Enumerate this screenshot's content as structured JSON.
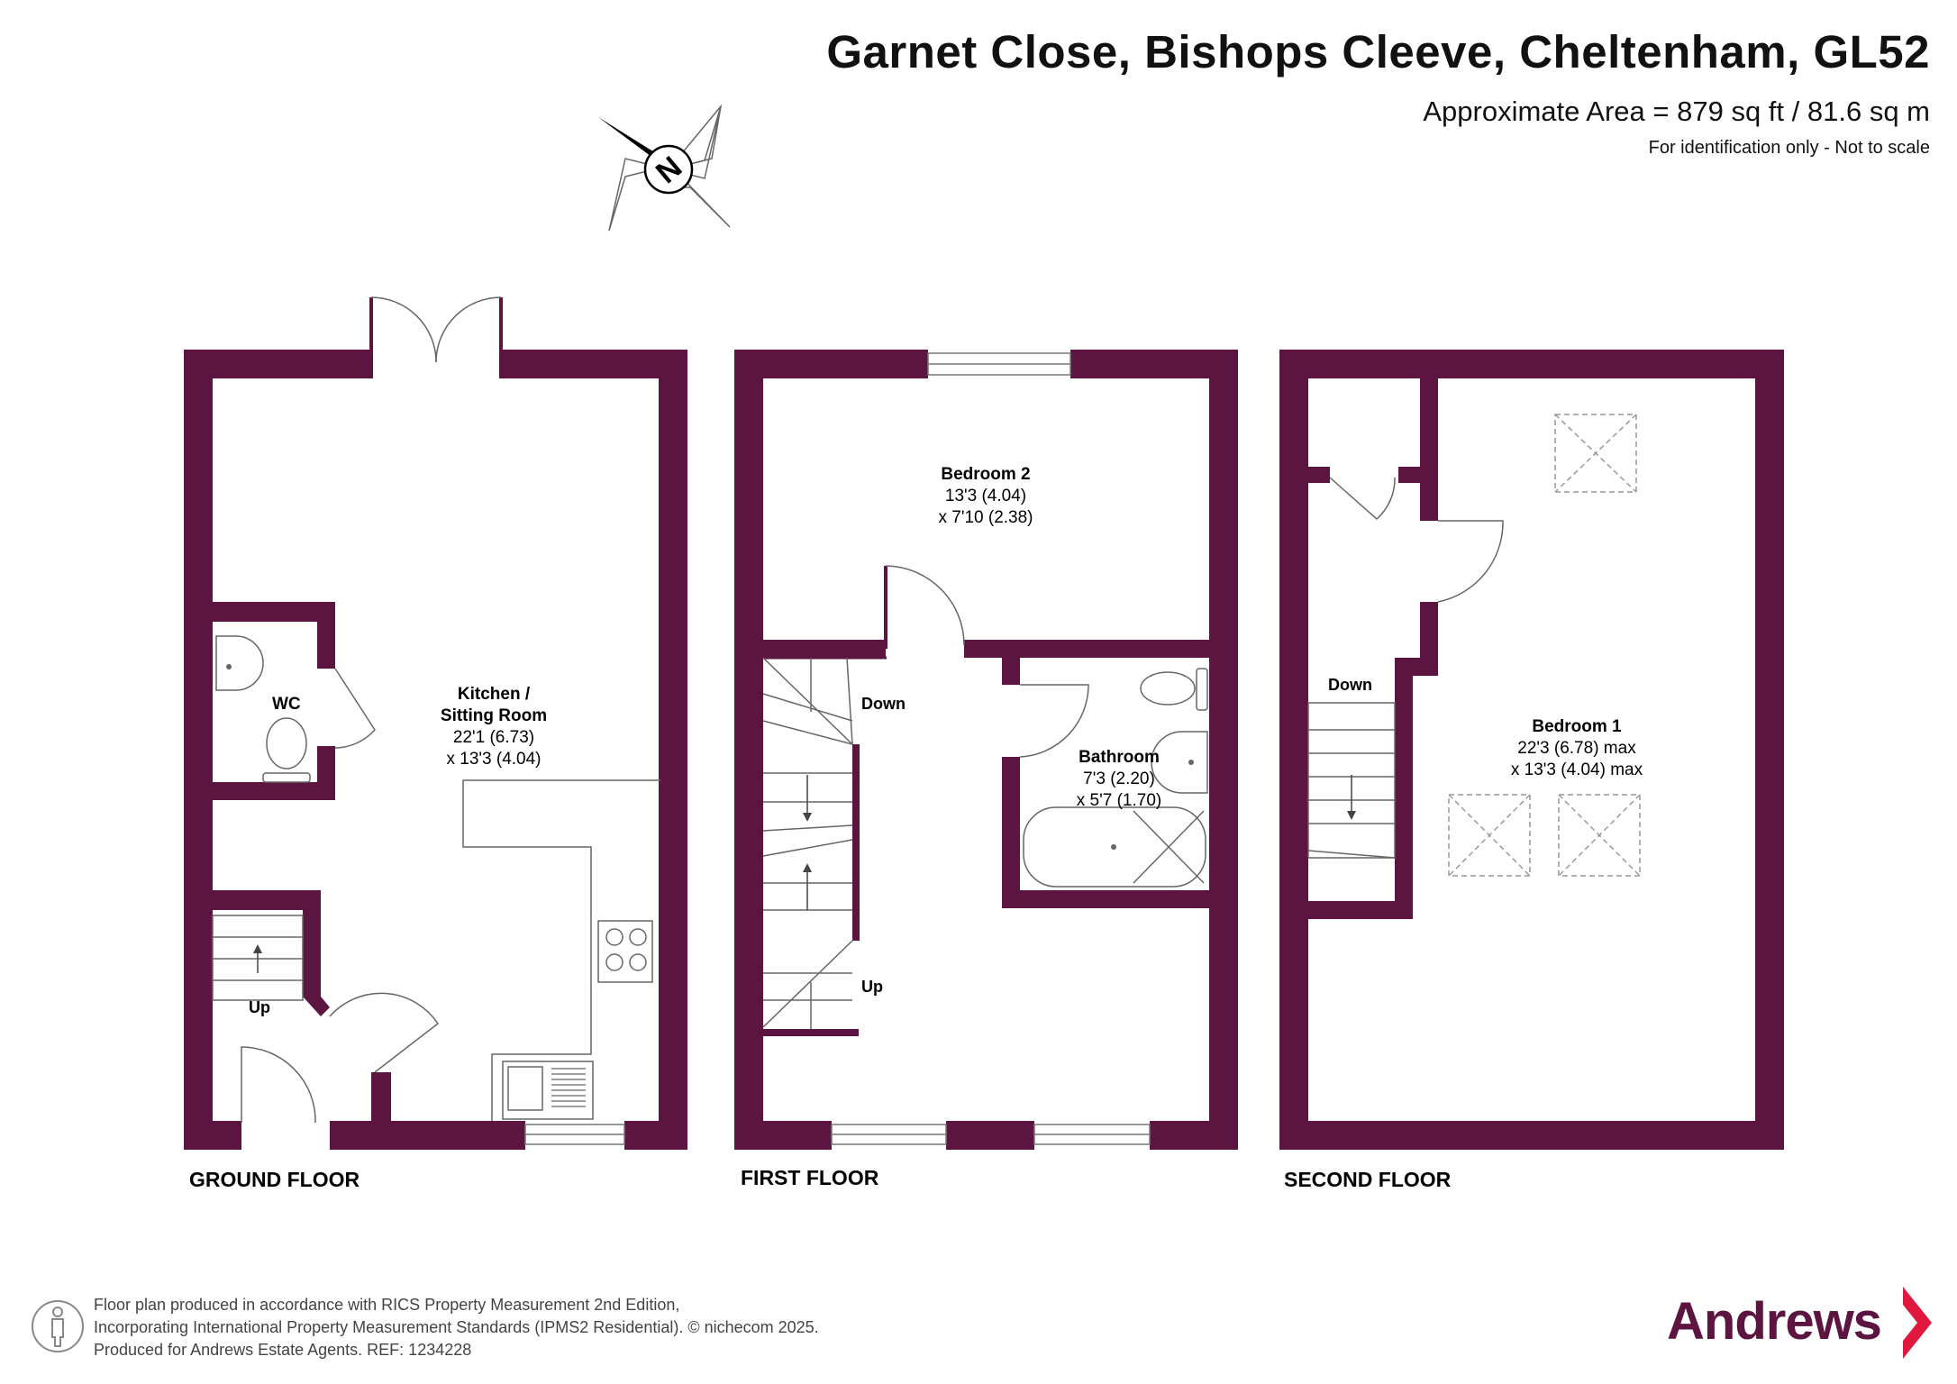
{
  "header": {
    "title": "Garnet Close, Bishops Cleeve, Cheltenham, GL52",
    "area": "Approximate Area = 879 sq ft / 81.6 sq m",
    "disclaimer": "For identification only - Not to scale"
  },
  "compass": {
    "label": "N",
    "icon": "compass-rose-icon"
  },
  "colors": {
    "wall": "#5c1440",
    "brand_arrow": "#e0173f",
    "brand_text": "#5c1440"
  },
  "floors": {
    "ground": {
      "label": "GROUND FLOOR",
      "kitchen": {
        "name": "Kitchen /",
        "name2": "Sitting Room",
        "dim1": "22'1 (6.73)",
        "dim2": "x 13'3 (4.04)"
      },
      "wc": {
        "name": "WC"
      },
      "stairs": "Up"
    },
    "first": {
      "label": "FIRST FLOOR",
      "bedroom2": {
        "name": "Bedroom 2",
        "dim1": "13'3 (4.04)",
        "dim2": "x 7'10 (2.38)"
      },
      "bathroom": {
        "name": "Bathroom",
        "dim1": "7'3 (2.20)",
        "dim2": "x 5'7 (1.70)"
      },
      "stairs_down": "Down",
      "stairs_up": "Up"
    },
    "second": {
      "label": "SECOND FLOOR",
      "bedroom1": {
        "name": "Bedroom 1",
        "dim1": "22'3 (6.78) max",
        "dim2": "x 13'3 (4.04) max"
      },
      "stairs": "Down"
    }
  },
  "footer": {
    "line1": "Floor plan produced in accordance with RICS Property Measurement 2nd Edition,",
    "line2": "Incorporating International Property Measurement Standards (IPMS2 Residential).  © nichecom 2025.",
    "line3": "Produced for Andrews Estate Agents.   REF: 1234228",
    "icon": "person-scale-icon"
  },
  "brand": {
    "name": "Andrews",
    "icon": "brand-chevron-icon"
  }
}
